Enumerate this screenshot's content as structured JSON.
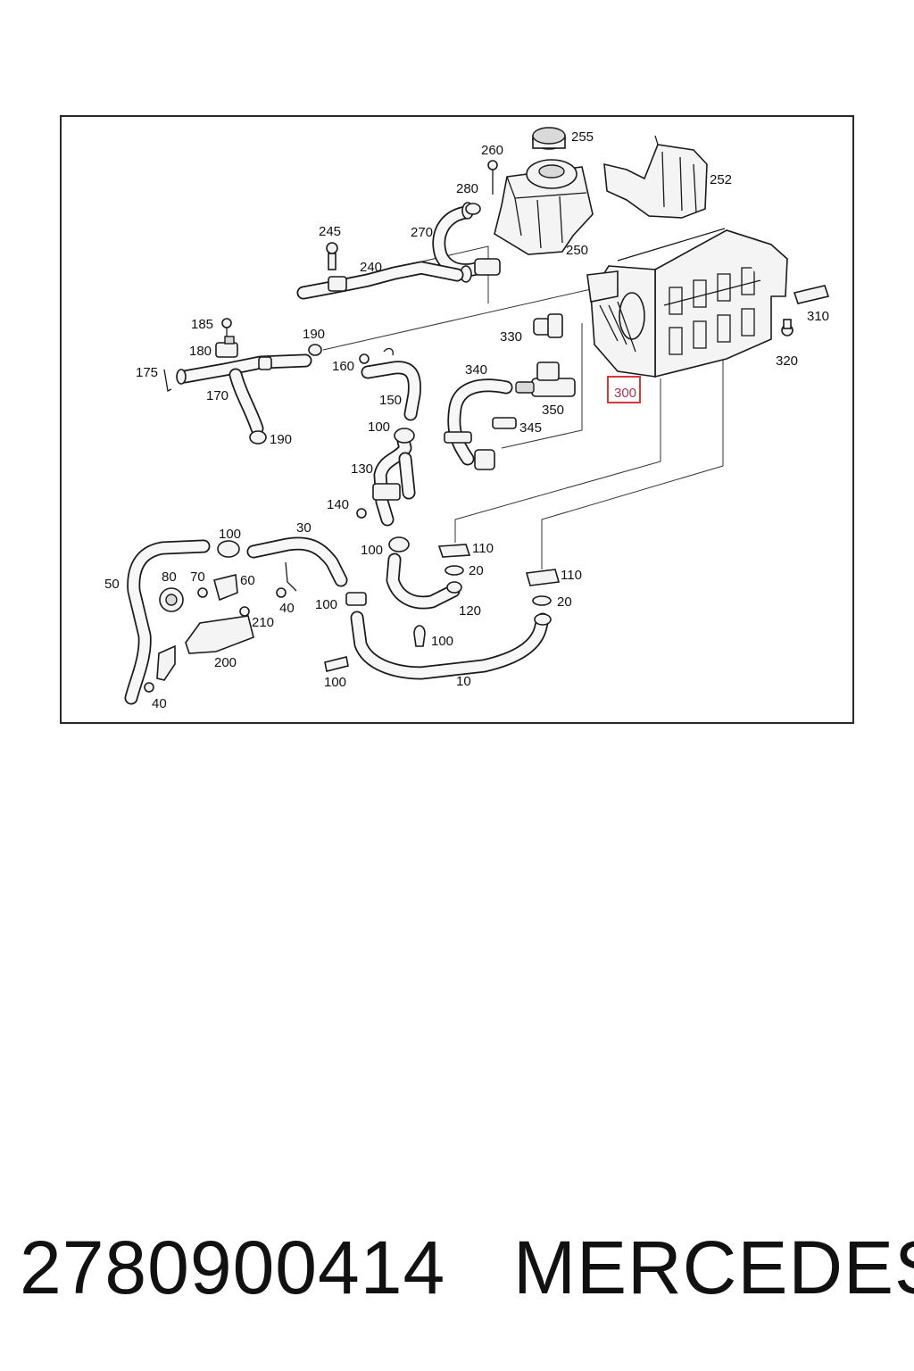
{
  "diagram": {
    "highlighted_callout": "300",
    "callouts": {
      "c255": "255",
      "c260": "260",
      "c252": "252",
      "c280": "280",
      "c270": "270",
      "c250": "250",
      "c245": "245",
      "c240": "240",
      "c185": "185",
      "c190a": "190",
      "c180": "180",
      "c160": "160",
      "c175": "175",
      "c170": "170",
      "c150": "150",
      "c190b": "190",
      "c330": "330",
      "c310": "310",
      "c320": "320",
      "c340": "340",
      "c300": "300",
      "c350": "350",
      "c345": "345",
      "c100a": "100",
      "c130": "130",
      "c140": "140",
      "c100b": "100",
      "c30": "30",
      "c100c": "100",
      "c110a": "110",
      "c20a": "20",
      "c50": "50",
      "c80": "80",
      "c70": "70",
      "c60": "60",
      "c40a": "40",
      "c110b": "110",
      "c20b": "20",
      "c120": "120",
      "c210": "210",
      "c100d": "100",
      "c200": "200",
      "c100e": "100",
      "c100f": "100",
      "c10": "10",
      "c40b": "40"
    }
  },
  "footer": {
    "part_number": "2780900414",
    "brand": "MERCEDES"
  }
}
